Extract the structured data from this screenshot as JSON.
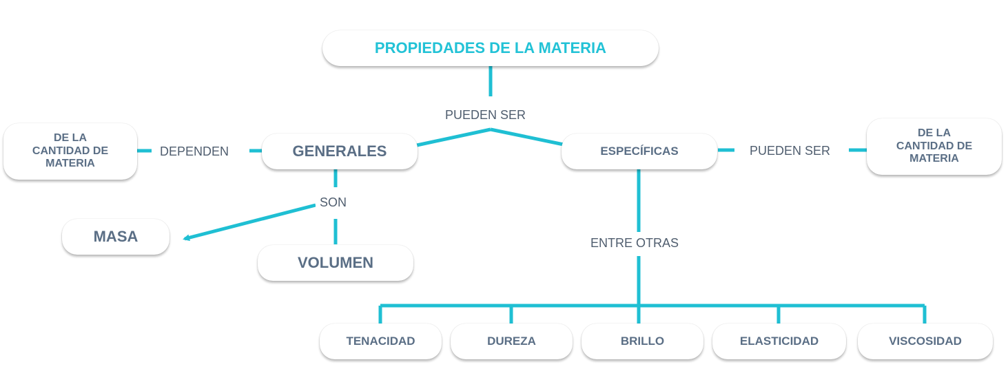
{
  "title": "PROPIEDADES DE LA MATERIA",
  "nodes": {
    "generales": "GENERALES",
    "especificas": "ESPECÍFICAS",
    "left_dependency": [
      "DE LA",
      "CANTIDAD DE",
      "MATERIA"
    ],
    "right_dependency": [
      "DE LA",
      "CANTIDAD DE",
      "MATERIA"
    ],
    "masa": "MASA",
    "volumen": "VOLUMEN",
    "examples": [
      "TENACIDAD",
      "DUREZA",
      "BRILLO",
      "ELASTICIDAD",
      "VISCOSIDAD"
    ]
  },
  "labels": {
    "pueden_ser_top": "PUEDEN SER",
    "dependen": "DEPENDEN",
    "pueden_ser_right": "PUEDEN SER",
    "son": "SON",
    "entre_otras": "ENTRE OTRAS"
  },
  "colors": {
    "accent": "#1fbfd3",
    "title_text": "#22c2d6",
    "node_text": "#5a6e85",
    "label_text": "#4f5d6e"
  }
}
